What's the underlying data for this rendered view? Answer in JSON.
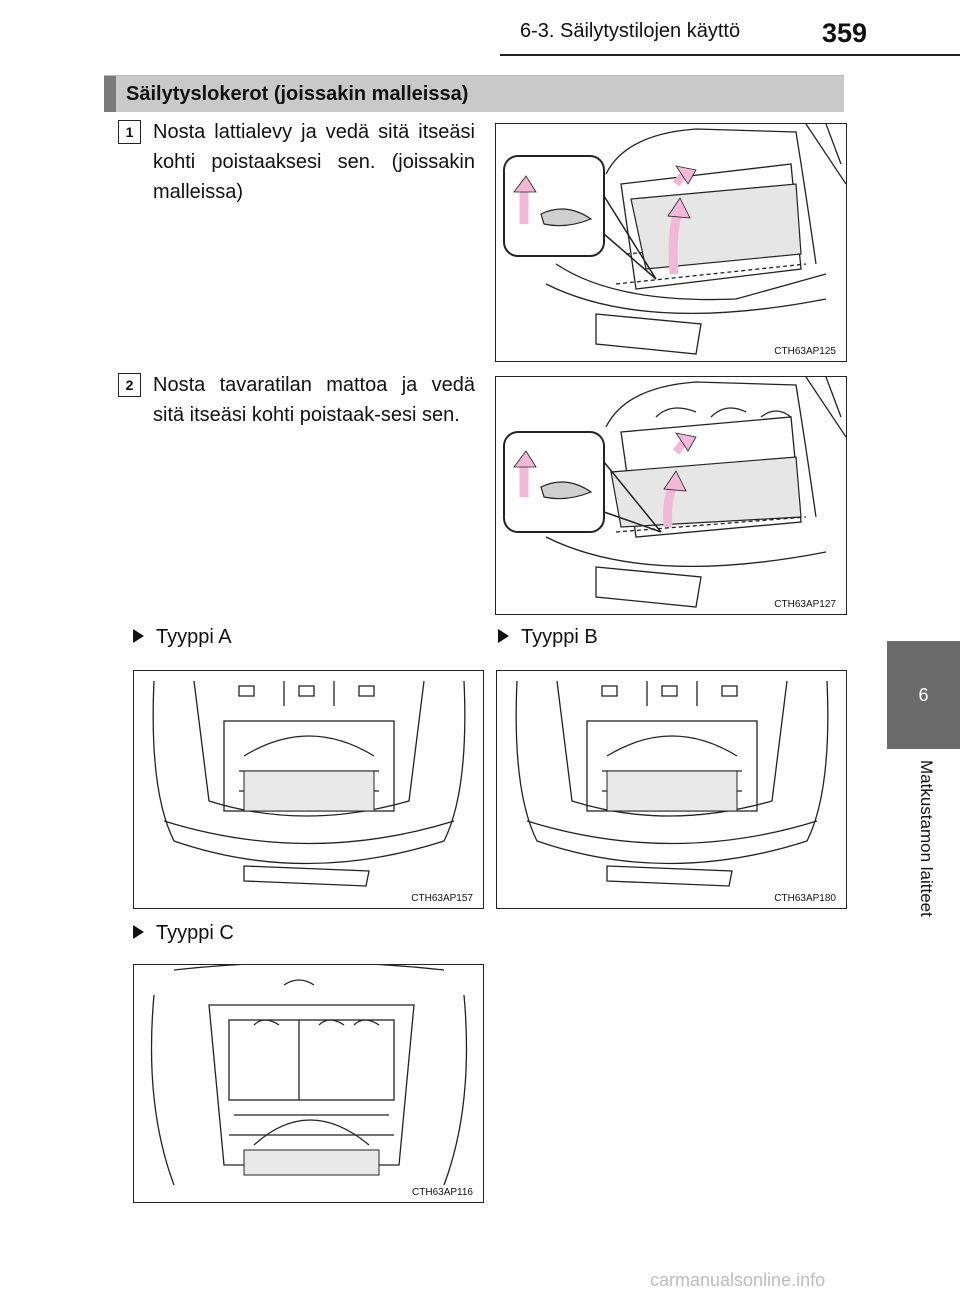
{
  "header": {
    "section_title": "6-3. Säilytystilojen käyttö",
    "page_number": "359"
  },
  "side_tab": {
    "number": "6",
    "label": "Matkustamon laitteet"
  },
  "section": {
    "title": "Säilytyslokerot (joissakin malleissa)"
  },
  "steps": [
    {
      "number": "1",
      "text": "Nosta lattialevy ja vedä sitä itseäsi kohti poistaaksesi sen. (joissakin malleissa)",
      "figure_code": "CTH63AP125"
    },
    {
      "number": "2",
      "text": "Nosta tavaratilan mattoa ja vedä sitä itseäsi kohti poistaak-sesi sen.",
      "figure_code": "CTH63AP127"
    }
  ],
  "types": [
    {
      "label": "Tyyppi A",
      "figure_code": "CTH63AP157"
    },
    {
      "label": "Tyyppi B",
      "figure_code": "CTH63AP180"
    },
    {
      "label": "Tyyppi C",
      "figure_code": "CTH63AP116"
    }
  ],
  "watermark": "carmanualsonline.info",
  "colors": {
    "arrow": "#f2b8d8",
    "section_bg": "#c9c9c9",
    "tab_bg": "#6b6b6b"
  }
}
